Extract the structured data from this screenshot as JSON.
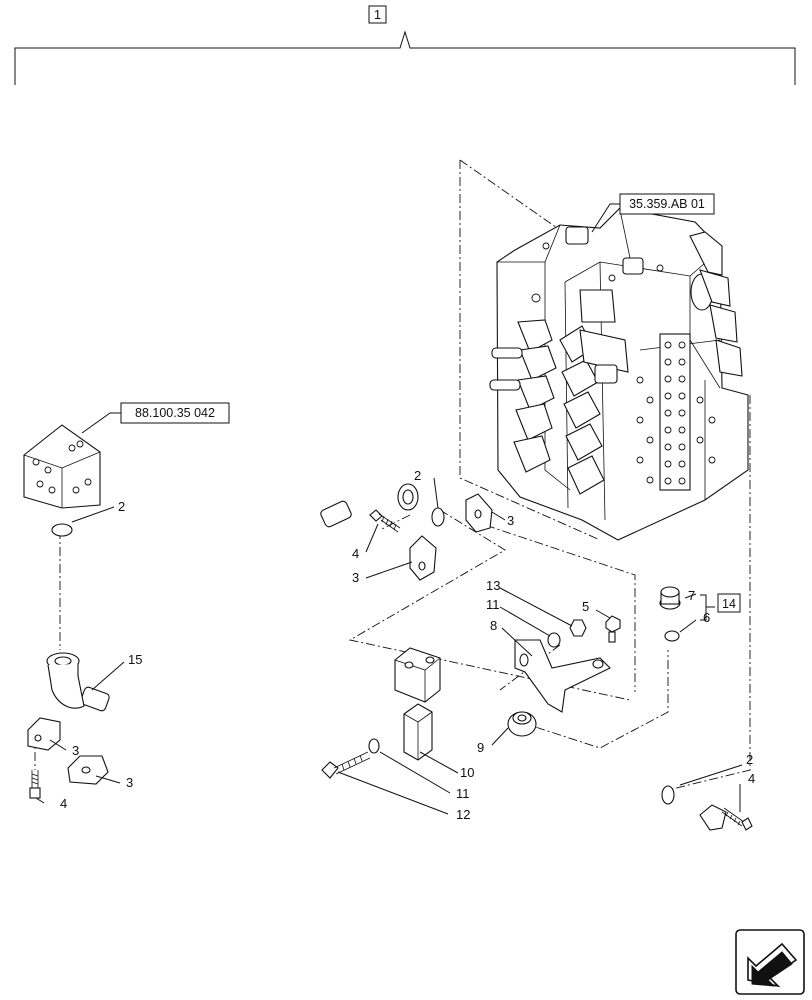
{
  "assembly_ref": "1",
  "references": {
    "control_valve": "35.359.AB 01",
    "manifold_block": "88.100.35 042",
    "kit": "14"
  },
  "callouts": {
    "c2a": "2",
    "c2b": "2",
    "c2c": "2",
    "c3a": "3",
    "c3b": "3",
    "c3c": "3",
    "c3d": "3",
    "c4a": "4",
    "c4b": "4",
    "c4c": "4",
    "c5": "5",
    "c6": "6",
    "c7": "7",
    "c8": "8",
    "c9": "9",
    "c10": "10",
    "c11a": "11",
    "c11b": "11",
    "c12": "12",
    "c13": "13",
    "c15": "15"
  },
  "icons": {
    "navigation": "next-page-arrow-icon"
  }
}
